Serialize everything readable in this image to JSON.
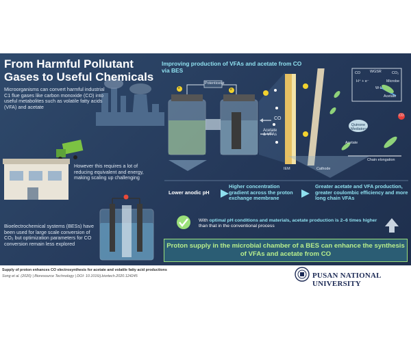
{
  "title": "From Harmful Pollutant Gases to Useful Chemicals",
  "intro_text": "Microorganisms can convert harmful industrial C1 flue gases like carbon monoxide (CO) into useful metabolites such as volatile fatty acids (VFA) and acetate",
  "challenge_text": "However this requires a lot of reducing equivalent and energy, making scaling up challenging",
  "bes_text": "Bioelectrochemical systems (BESs) have been used for large scale conversion of CO₂ but optimization parameters for CO conversion remain less explored",
  "diagram": {
    "headline": "Improving production of VFAs and acetate from CO via BES",
    "labels": {
      "potentiostat": "Potentiostat",
      "co": "CO",
      "acetate_vfas": "Acetate & VFAs",
      "iem": "IEM",
      "cathode": "Cathode",
      "quinone": "Quinone Mediators",
      "acetate": "Acetate",
      "chain": "Chain elongation",
      "co_in": "CO",
      "hplus": "H⁺ + e⁻",
      "wgsr": "WGSR",
      "co2": "CO₂",
      "microbe": "Microbe",
      "wl": "W-L",
      "acetate_small": "Acetate",
      "electron": "e"
    }
  },
  "flow": {
    "step1": "Lower anodic pH",
    "step2": "Higher concentration gradient across the proton exchange membrane",
    "step3": "Greater acetate and VFA production, greater coulombic efficiency and more long chain VFAs"
  },
  "note": {
    "prefix": "With ",
    "highlight1": "optimal pH conditions and materials, acetate production is 2–6 times higher",
    "suffix": " than that in the conventional process"
  },
  "conclusion": "Proton supply in the microbial chamber of a BES can enhance the synthesis of VFAs and acetate from CO",
  "footer": {
    "caption": "Supply of proton enhances CO electrosynthesis for acetate and volatile fatty acid productions",
    "citation": "Song et al. (2020) | Bioresource Technology | DOI: 10.1016/j.biortech.2020.124245",
    "university": "PUSAN NATIONAL UNIVERSITY"
  },
  "colors": {
    "background": "#2f4a6c",
    "accent": "#8fe0ef",
    "banner_text": "#b8ee8c",
    "banner_border": "#9be07a"
  }
}
